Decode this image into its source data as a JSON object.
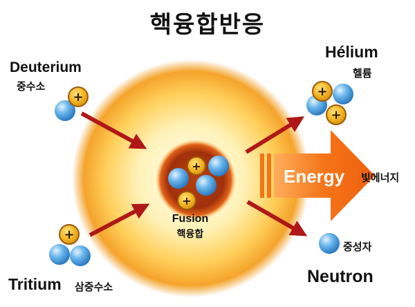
{
  "title": "핵융합반응",
  "reactants": [
    {
      "name": "Deuterium",
      "name_ko": "중수소",
      "protons": 1,
      "neutrons": 1
    },
    {
      "name": "Tritium",
      "name_ko": "삼중수소",
      "protons": 1,
      "neutrons": 2
    }
  ],
  "center": {
    "label": "Fusion",
    "label_ko": "핵융합",
    "protons": 2,
    "neutrons": 3
  },
  "products": [
    {
      "name": "Hélium",
      "name_ko": "헬륨",
      "protons": 2,
      "neutrons": 2
    },
    {
      "name": "Neutron",
      "name_ko": "중성자",
      "protons": 0,
      "neutrons": 1
    }
  ],
  "energy": {
    "label": "Energy",
    "label_ko": "빛에너지"
  },
  "proton_symbol": "+",
  "colors": {
    "proton": "#f2b31f",
    "proton_outline": "#9a5a0c",
    "neutron": "#4fa6e0",
    "arrow": "#b01818",
    "energy_arrow": "#f57418",
    "sun_core": "#fff8d8",
    "sun_edge": "#f0a028",
    "fusion_core": "#a0300c"
  }
}
